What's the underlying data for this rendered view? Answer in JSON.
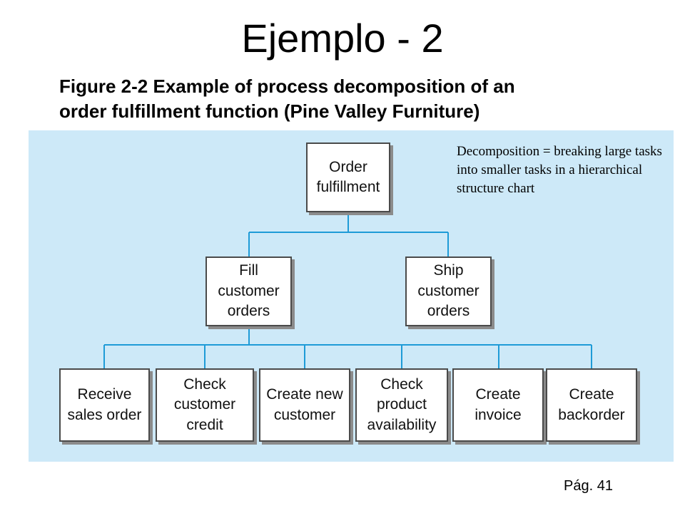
{
  "slide": {
    "title": "Ejemplo - 2",
    "caption_line1": "Figure 2-2 Example of process decomposition of an",
    "caption_line2": "order fulfillment function (Pine Valley Furniture)",
    "note": "Decomposition = breaking large tasks into smaller tasks in a hierarchical structure chart",
    "page": "Pág. 41"
  },
  "diagram": {
    "root": "Order\nfulfillment",
    "level2": [
      "Fill customer\norders",
      "Ship customer\norders"
    ],
    "level3": [
      "Receive\nsales order",
      "Check\ncustomer credit",
      "Create new\ncustomer",
      "Check product\navailability",
      "Create\ninvoice",
      "Create\nbackorder"
    ]
  },
  "colors": {
    "panel_background": "#cde9f8",
    "connector": "#1e9bd7",
    "box_border": "#4a4a4a",
    "box_shadow": "#8b8b8b"
  }
}
